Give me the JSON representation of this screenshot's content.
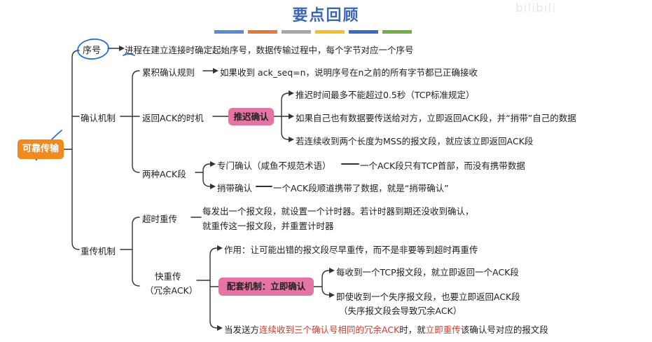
{
  "title": "要点回顾",
  "watermark": "bilibili",
  "title_bar_colors": [
    "#5b8bd1",
    "#e07b39",
    "#a7a7a7",
    "#f2c12e",
    "#3b6bbf",
    "#72ad47"
  ],
  "colors": {
    "root": "#f08a1f",
    "pill": "#e374a4",
    "highlight": "#d23a2c",
    "title": "#3a66b8",
    "line": "#333333"
  },
  "root": "可靠传输",
  "seq": {
    "label": "序号",
    "desc": "进程在建立连接时确定起始序号，数据传输过程中，每个字节对应一个序号"
  },
  "ack": {
    "label": "确认机制",
    "cumulative": {
      "label": "累积确认规则",
      "desc": "如果收到 ack_seq=n，说明序号在n之前的所有字节都已正确接收"
    },
    "timing": {
      "label": "返回ACK的时机",
      "pill": "推迟确认",
      "items": [
        "推迟时间最多不能超过0.5秒（TCP标准规定）",
        "如果自己也有数据要传送给对方，立即返回ACK段，并“捎带”自己的数据",
        "若连续收到两个长度为MSS的报文段，就应该立即返回ACK段"
      ]
    },
    "types": {
      "label": "两种ACK段",
      "items": [
        {
          "name": "专门确认（咸鱼不规范术语）",
          "desc": "一个ACK段只有TCP首部，而没有携带数据"
        },
        {
          "name": "捎带确认",
          "desc": "一个ACK段顺道携带了数据，就是“捎带确认”"
        }
      ]
    }
  },
  "retrans": {
    "label": "重传机制",
    "timeout": {
      "label": "超时重传",
      "desc_line1": "每发出一个报文段，就设置一个计时器。若计时器到期还没收到确认，",
      "desc_line2": "就重传这一报文段，并重置计时器"
    },
    "fast": {
      "label_line1": "快重传",
      "label_line2": "（冗余ACK）",
      "purpose": "作用：让可能出错的报文段尽早重传，而不是非要等到超时再重传",
      "pill": "配套机制：立即确认",
      "items": [
        "每收到一个TCP报文段，就立即返回一个ACK段",
        "即使收到一个失序报文段，也要立即返回ACK段"
      ],
      "note": "（失序报文段会导致冗余ACK）",
      "final_prefix": "当发送方",
      "final_red1": "连续收到三个确认号相同的冗余ACK",
      "final_mid": "时，就",
      "final_red2": "立即重传",
      "final_suffix": "该确认号对应的报文段"
    }
  }
}
